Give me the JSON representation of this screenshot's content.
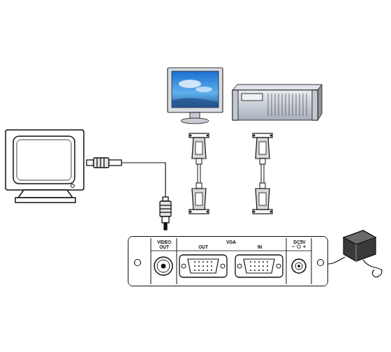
{
  "diagram": {
    "nodes": [
      {
        "text": [
          "VIDEO",
          "OUT",
          "VGA",
          "OUT",
          "IN",
          "DC5V"
        ]
      }
    ]
  }
}
